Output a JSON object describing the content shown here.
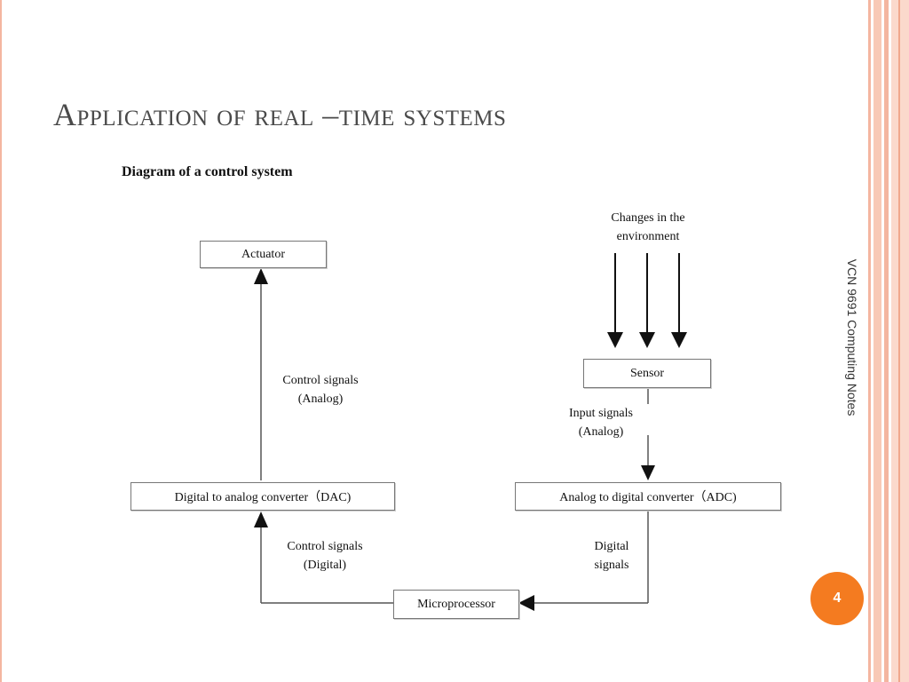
{
  "slide": {
    "title": "Application of real –time systems",
    "side_note": "VCN 9691 Computing Notes",
    "page_number": "4"
  },
  "diagram": {
    "heading": "Diagram of a control system",
    "nodes": {
      "actuator": "Actuator",
      "sensor": "Sensor",
      "dac": "Digital to analog converter（DAC)",
      "adc": "Analog to digital converter（ADC)",
      "microprocessor": "Microprocessor"
    },
    "labels": {
      "changes_line1": "Changes in the",
      "changes_line2": "environment",
      "control_analog_line1": "Control signals",
      "control_analog_line2": "(Analog)",
      "input_analog_line1": "Input signals",
      "input_analog_line2": "(Analog)",
      "control_digital_line1": "Control signals",
      "control_digital_line2": "(Digital)",
      "digital_signals_line1": "Digital",
      "digital_signals_line2": "signals"
    }
  },
  "colors": {
    "accent": "#f47b20",
    "stripe": "#f4b6a0",
    "title": "#4a4a4a"
  }
}
